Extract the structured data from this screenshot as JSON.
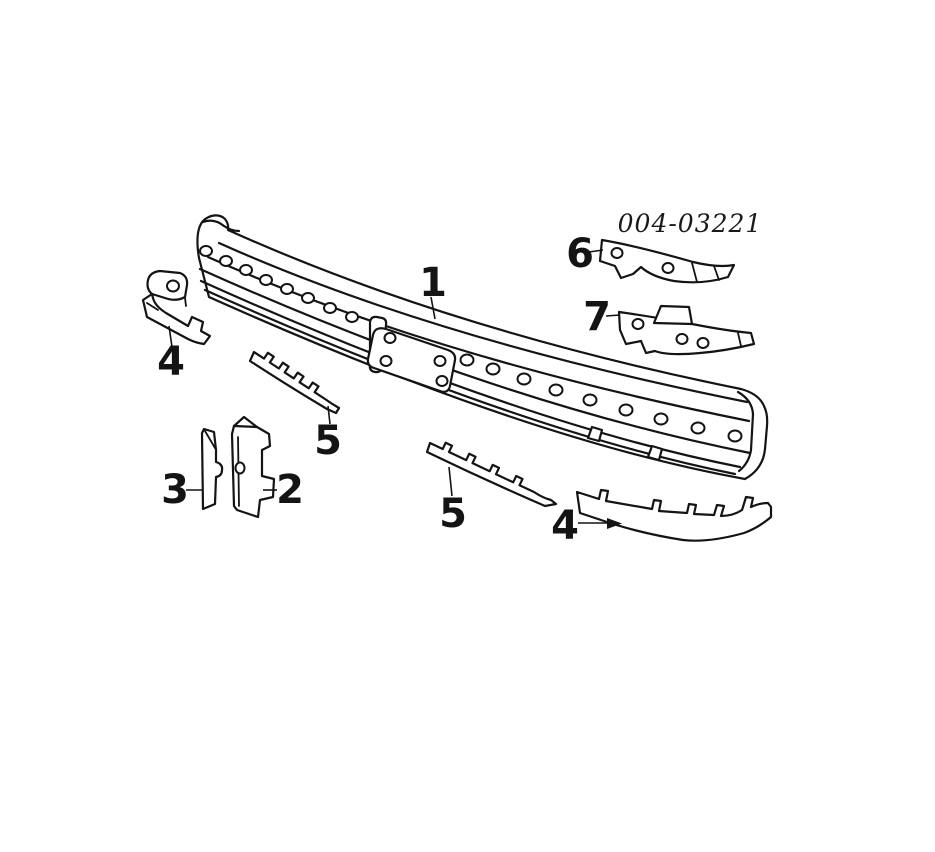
{
  "diagram": {
    "part_number": "004-03221",
    "background_color": "#ffffff",
    "line_color": "#141414",
    "callouts": [
      {
        "label": "1"
      },
      {
        "label": "4"
      },
      {
        "label": "5"
      },
      {
        "label": "3"
      },
      {
        "label": "2"
      },
      {
        "label": "5"
      },
      {
        "label": "4"
      },
      {
        "label": "6"
      },
      {
        "label": "7"
      }
    ]
  }
}
